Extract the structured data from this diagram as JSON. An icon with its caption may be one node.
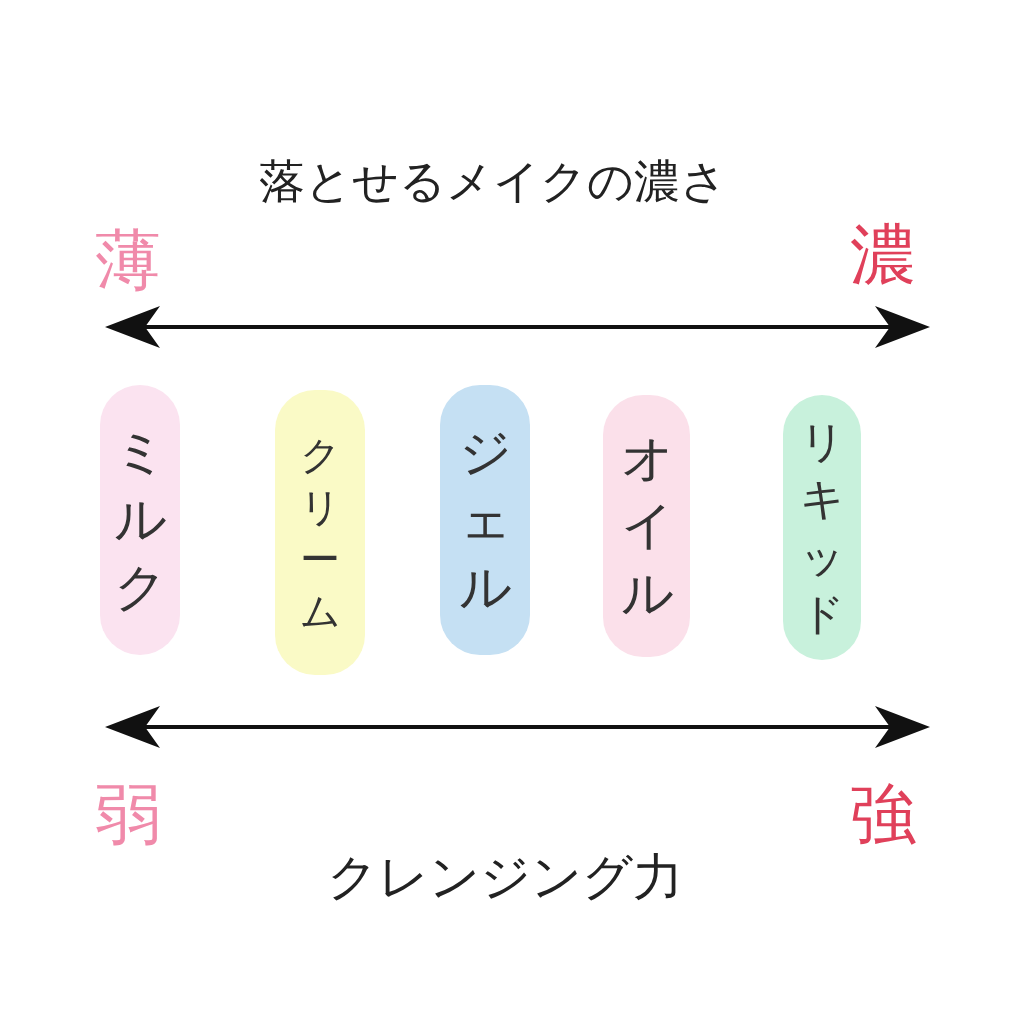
{
  "diagram": {
    "title": "落とせるメイクの濃さ",
    "nodes": [
      {
        "text": [
          "ミルク"
        ]
      },
      {
        "text": [
          "クリーム"
        ]
      },
      {
        "text": [
          "ジェル"
        ]
      },
      {
        "text": [
          "オイル"
        ]
      },
      {
        "text": [
          "リキッド"
        ]
      }
    ],
    "labels": [
      "薄",
      "濃",
      "弱",
      "強",
      "クレンジング力"
    ]
  }
}
